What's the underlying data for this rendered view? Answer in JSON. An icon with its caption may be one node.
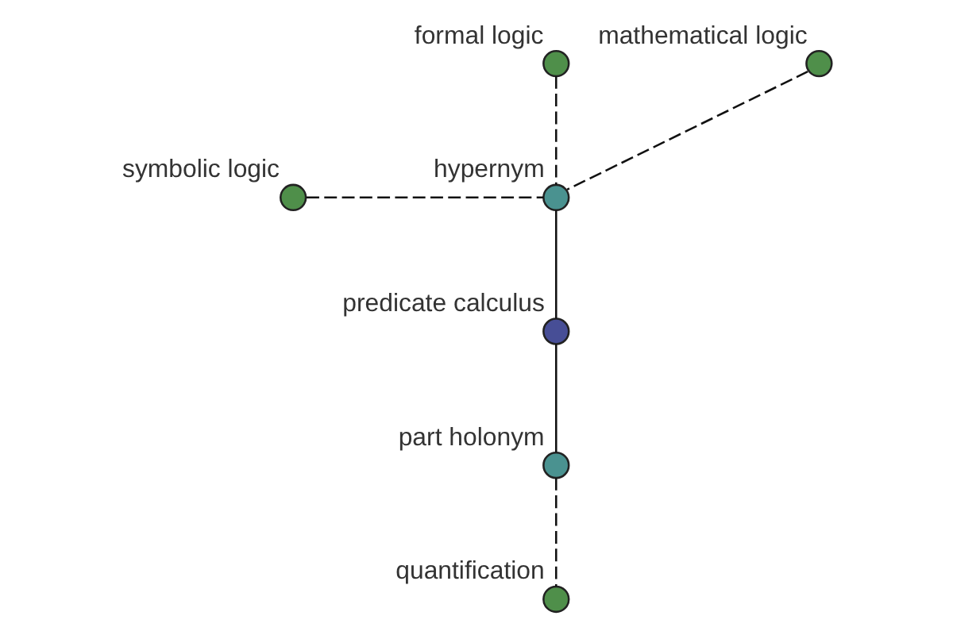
{
  "diagram": {
    "nodes": [
      {
        "text": [],
        "shape": "circle",
        "beside": [
          "formal logic"
        ]
      },
      {
        "text": [],
        "shape": "circle",
        "beside": [
          "mathematical logic"
        ]
      },
      {
        "text": [],
        "shape": "circle",
        "beside": [
          "hypernym"
        ]
      },
      {
        "text": [],
        "shape": "circle",
        "beside": [
          "symbolic logic"
        ]
      },
      {
        "text": [],
        "shape": "circle",
        "beside": [
          "predicate calculus"
        ]
      },
      {
        "text": [],
        "shape": "circle",
        "beside": [
          "part holonym"
        ]
      },
      {
        "text": [],
        "shape": "circle",
        "beside": [
          "quantification"
        ]
      }
    ],
    "edges": [
      {
        "from": 0,
        "to": 2,
        "arrow": "none",
        "style": "dashed"
      },
      {
        "from": 1,
        "to": 2,
        "arrow": "none",
        "style": "dashed"
      },
      {
        "from": 3,
        "to": 2,
        "arrow": "none",
        "style": "dashed"
      },
      {
        "from": 2,
        "to": 4,
        "arrow": "none"
      },
      {
        "from": 4,
        "to": 5,
        "arrow": "none"
      },
      {
        "from": 5,
        "to": 6,
        "arrow": "none",
        "style": "dashed"
      }
    ]
  }
}
